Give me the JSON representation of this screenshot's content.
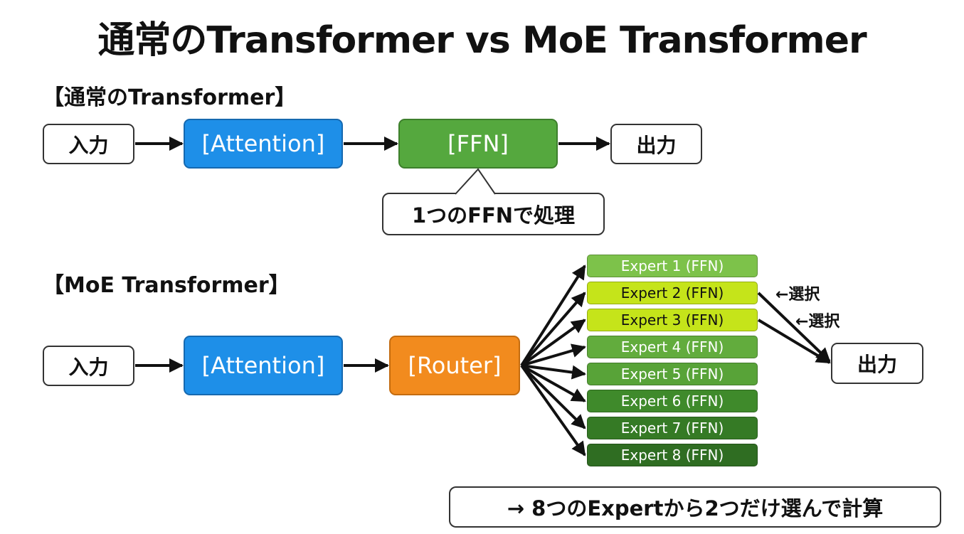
{
  "title": "通常のTransformer vs MoE Transformer",
  "standard": {
    "heading": "【通常のTransformer】",
    "input": "入力",
    "attention": "[Attention]",
    "ffn": "[FFN]",
    "output": "出力",
    "callout": "1つのFFNで処理"
  },
  "moe": {
    "heading": "【MoE Transformer】",
    "input": "入力",
    "attention": "[Attention]",
    "router": "[Router]",
    "output": "出力",
    "experts": [
      {
        "label": "Expert 1 (FFN)",
        "color": "#7dc24a",
        "selected": false
      },
      {
        "label": "Expert 2 (FFN)",
        "color": "#c5e41a",
        "selected": true
      },
      {
        "label": "Expert 3 (FFN)",
        "color": "#c5e41a",
        "selected": true
      },
      {
        "label": "Expert 4 (FFN)",
        "color": "#62ac3d",
        "selected": false
      },
      {
        "label": "Expert 5 (FFN)",
        "color": "#58a338",
        "selected": false
      },
      {
        "label": "Expert 6 (FFN)",
        "color": "#3f8a2b",
        "selected": false
      },
      {
        "label": "Expert 7 (FFN)",
        "color": "#357a25",
        "selected": false
      },
      {
        "label": "Expert 8 (FFN)",
        "color": "#2f6d22",
        "selected": false
      }
    ],
    "select_label_1": "←選択",
    "select_label_2": "←選択",
    "callout": "→ 8つのExpertから2つだけ選んで計算"
  },
  "colors": {
    "attention": "#1e8fe8",
    "ffn": "#55a83e",
    "router": "#f28b1e"
  }
}
